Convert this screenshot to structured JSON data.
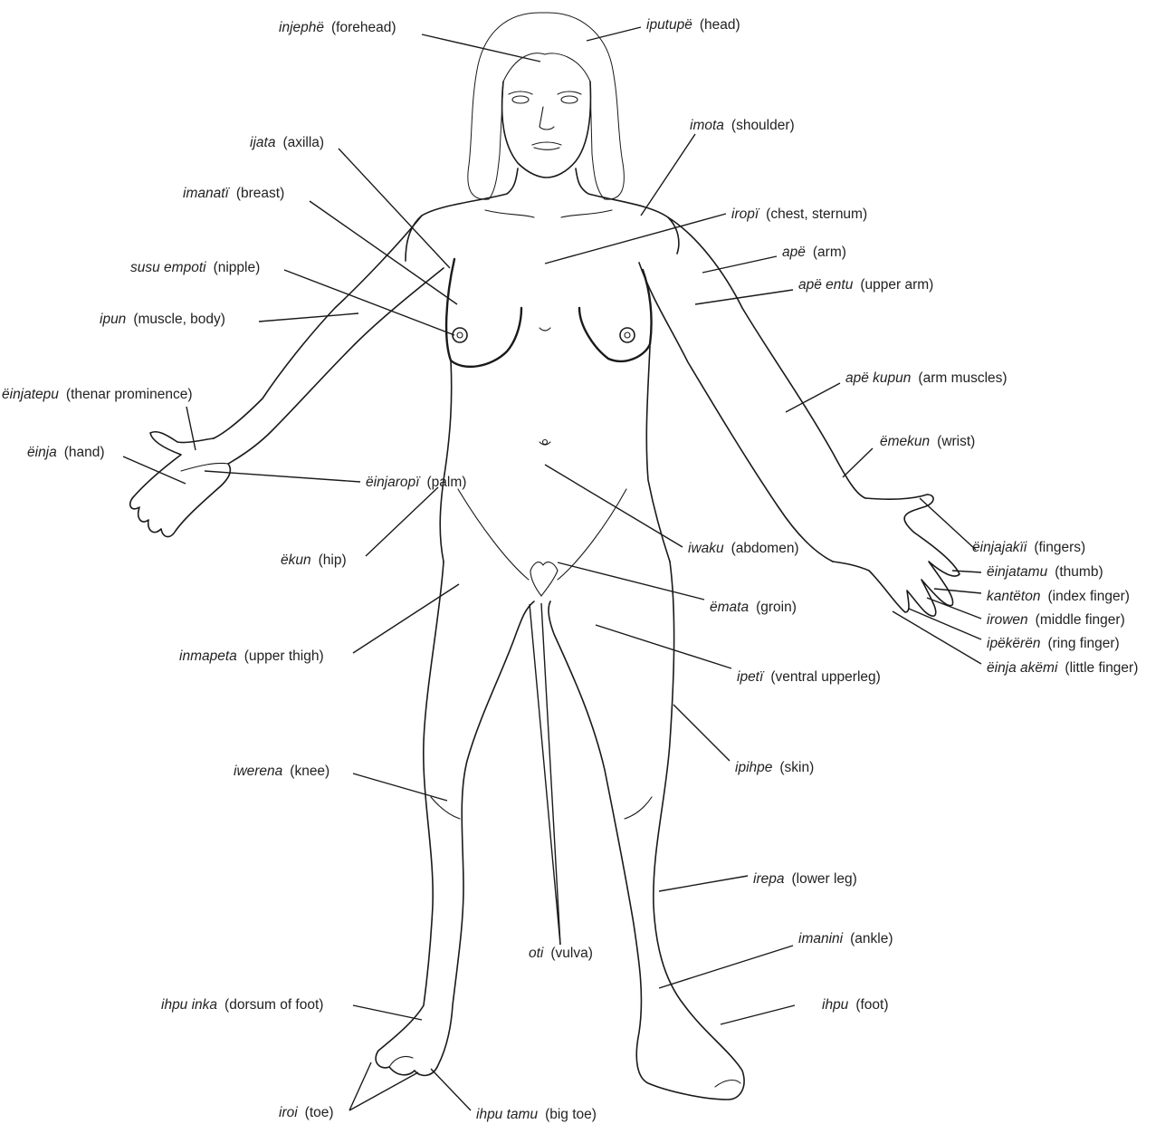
{
  "labels": [
    {
      "id": "forehead",
      "term": "injephë",
      "gloss": "(forehead)"
    },
    {
      "id": "head",
      "term": "iputupë",
      "gloss": "(head)"
    },
    {
      "id": "shoulder",
      "term": "imota",
      "gloss": "(shoulder)"
    },
    {
      "id": "axilla",
      "term": "ijata",
      "gloss": "(axilla)"
    },
    {
      "id": "breast",
      "term": "imanatï",
      "gloss": "(breast)"
    },
    {
      "id": "chest",
      "term": "iropï",
      "gloss": "(chest, sternum)"
    },
    {
      "id": "arm",
      "term": "apë",
      "gloss": "(arm)"
    },
    {
      "id": "nipple",
      "term": "susu empoti",
      "gloss": "(nipple)"
    },
    {
      "id": "upper-arm",
      "term": "apë entu",
      "gloss": "(upper arm)"
    },
    {
      "id": "muscle",
      "term": "ipun",
      "gloss": "(muscle, body)"
    },
    {
      "id": "arm-muscles",
      "term": "apë kupun",
      "gloss": "(arm muscles)"
    },
    {
      "id": "thenar",
      "term": "ëinjatepu",
      "gloss": "(thenar prominence)"
    },
    {
      "id": "wrist",
      "term": "ëmekun",
      "gloss": "(wrist)"
    },
    {
      "id": "hand",
      "term": "ëinja",
      "gloss": "(hand)"
    },
    {
      "id": "palm",
      "term": "ëinjaropï",
      "gloss": "(palm)"
    },
    {
      "id": "fingers",
      "term": "ëinjajakïi",
      "gloss": "(fingers)"
    },
    {
      "id": "hip",
      "term": "ëkun",
      "gloss": "(hip)"
    },
    {
      "id": "abdomen",
      "term": "iwaku",
      "gloss": "(abdomen)"
    },
    {
      "id": "thumb",
      "term": "ëinjatamu",
      "gloss": "(thumb)"
    },
    {
      "id": "index-finger",
      "term": "kantëton",
      "gloss": "(index finger)"
    },
    {
      "id": "groin",
      "term": "ëmata",
      "gloss": "(groin)"
    },
    {
      "id": "middle-finger",
      "term": "irowen",
      "gloss": "(middle finger)"
    },
    {
      "id": "ring-finger",
      "term": "ipëkërën",
      "gloss": "(ring finger)"
    },
    {
      "id": "upper-thigh",
      "term": "inmapeta",
      "gloss": "(upper thigh)"
    },
    {
      "id": "little-finger",
      "term": "ëinja akëmi",
      "gloss": "(little finger)"
    },
    {
      "id": "ventral-upperleg",
      "term": "ipetï",
      "gloss": "(ventral upperleg)"
    },
    {
      "id": "skin",
      "term": "ipihpe",
      "gloss": "(skin)"
    },
    {
      "id": "knee",
      "term": "iwerena",
      "gloss": "(knee)"
    },
    {
      "id": "lower-leg",
      "term": "irepa",
      "gloss": "(lower leg)"
    },
    {
      "id": "ankle",
      "term": "imanini",
      "gloss": "(ankle)"
    },
    {
      "id": "vulva",
      "term": "oti",
      "gloss": "(vulva)"
    },
    {
      "id": "dorsum-foot",
      "term": "ihpu inka",
      "gloss": "(dorsum of foot)"
    },
    {
      "id": "foot",
      "term": "ihpu",
      "gloss": "(foot)"
    },
    {
      "id": "toe",
      "term": "iroi",
      "gloss": "(toe)"
    },
    {
      "id": "big-toe",
      "term": "ihpu tamu",
      "gloss": "(big toe)"
    }
  ]
}
